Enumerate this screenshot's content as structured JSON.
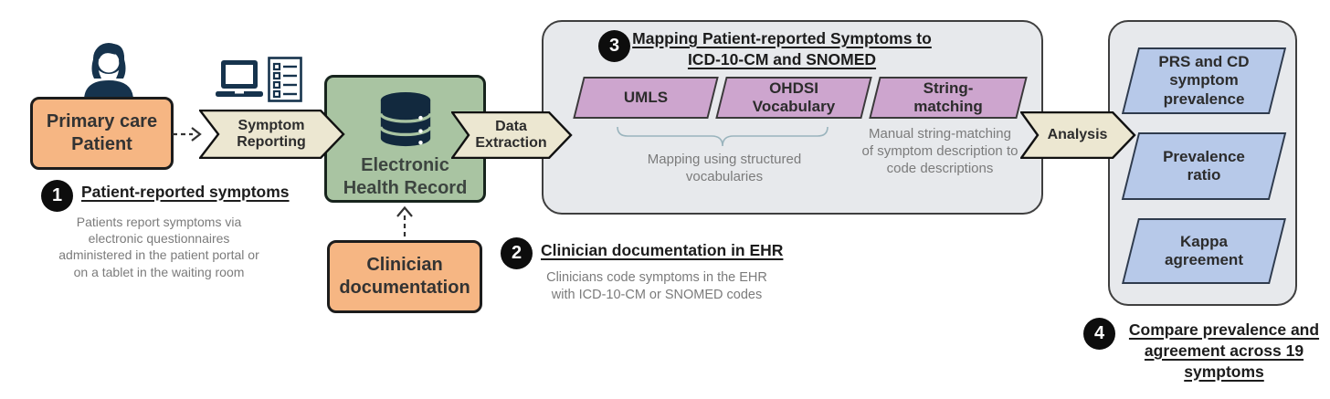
{
  "diagram": {
    "nodes": {
      "patient": "Primary care Patient",
      "ehr": "Electronic Health Record",
      "clinician": "Clinician documentation"
    },
    "arrows": {
      "symptom_reporting": "Symptom Reporting",
      "data_extraction": "Data Extraction",
      "analysis": "Analysis"
    },
    "step1": {
      "number": "1",
      "title": "Patient-reported symptoms",
      "description": "Patients report symptoms via electronic questionnaires administered in the patient portal or on a tablet in the waiting room"
    },
    "step2": {
      "number": "2",
      "title": "Clinician documentation in EHR",
      "description": "Clinicians code symptoms in the EHR with ICD-10-CM or SNOMED codes"
    },
    "step3": {
      "number": "3",
      "title": "Mapping Patient-reported Symptoms to ICD-10-CM and SNOMED",
      "methods": [
        "UMLS",
        "OHDSI Vocabulary",
        "String-matching"
      ],
      "note_structured": "Mapping using structured vocabularies",
      "note_manual": "Manual string-matching of symptom description to code descriptions"
    },
    "step4": {
      "number": "4",
      "title": "Compare prevalence and agreement across 19 symptoms"
    },
    "outputs": [
      "PRS and CD symptom prevalence",
      "Prevalence ratio",
      "Kappa agreement"
    ],
    "icons": {
      "person": "patient-person-icon",
      "laptop": "laptop-icon",
      "checklist": "questionnaire-checklist-icon",
      "database": "database-icon"
    },
    "colors": {
      "node_orange": "#f6b683",
      "node_green": "#a9c4a2",
      "arrow_cream": "#ece7d1",
      "panel_gray": "#e7e9ec",
      "method_purple": "#cda5ce",
      "output_blue": "#b7c9e9",
      "icon_navy": "#16334d",
      "badge_black": "#0d0d0d",
      "body_gray": "#7b7b7b"
    }
  }
}
